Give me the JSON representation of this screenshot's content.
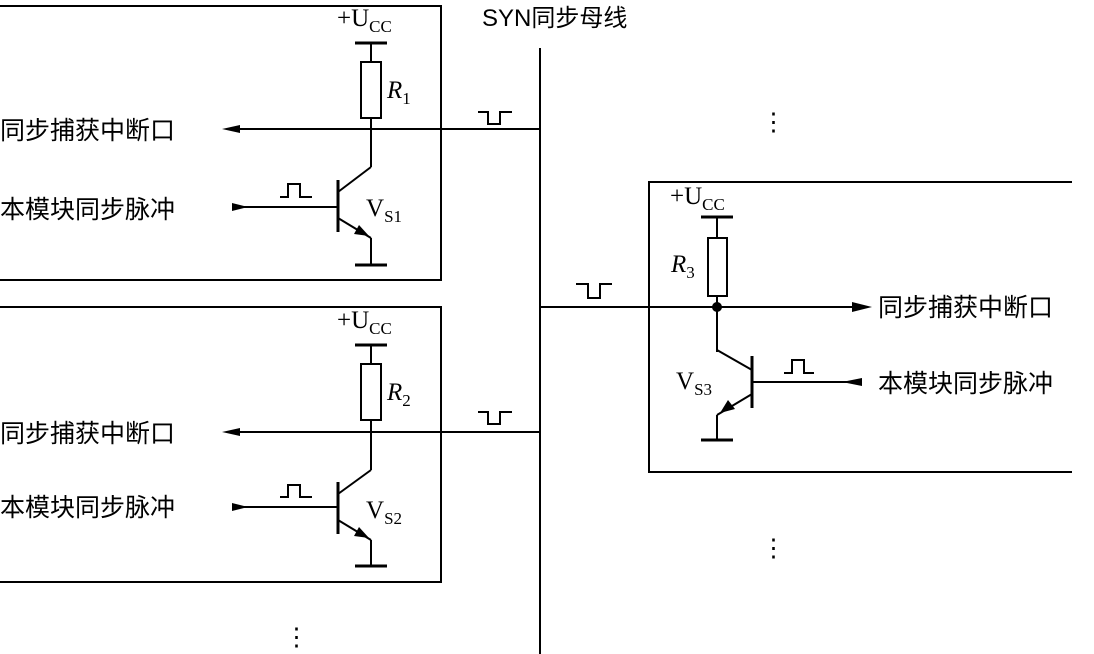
{
  "bus": {
    "title": "SYN同步母线"
  },
  "modules": [
    {
      "supply": "+U",
      "supply_sub": "CC",
      "resistor": "R",
      "resistor_sub": "1",
      "transistor": "V",
      "transistor_sub": "S1",
      "interrupt_label": "同步捕获中断口",
      "pulse_label": "本模块同步脉冲"
    },
    {
      "supply": "+U",
      "supply_sub": "CC",
      "resistor": "R",
      "resistor_sub": "2",
      "transistor": "V",
      "transistor_sub": "S2",
      "interrupt_label": "同步捕获中断口",
      "pulse_label": "本模块同步脉冲"
    },
    {
      "supply": "+U",
      "supply_sub": "CC",
      "resistor": "R",
      "resistor_sub": "3",
      "transistor": "V",
      "transistor_sub": "S3",
      "interrupt_label": "同步捕获中断口",
      "pulse_label": "本模块同步脉冲"
    }
  ],
  "ellipsis": "⋮"
}
